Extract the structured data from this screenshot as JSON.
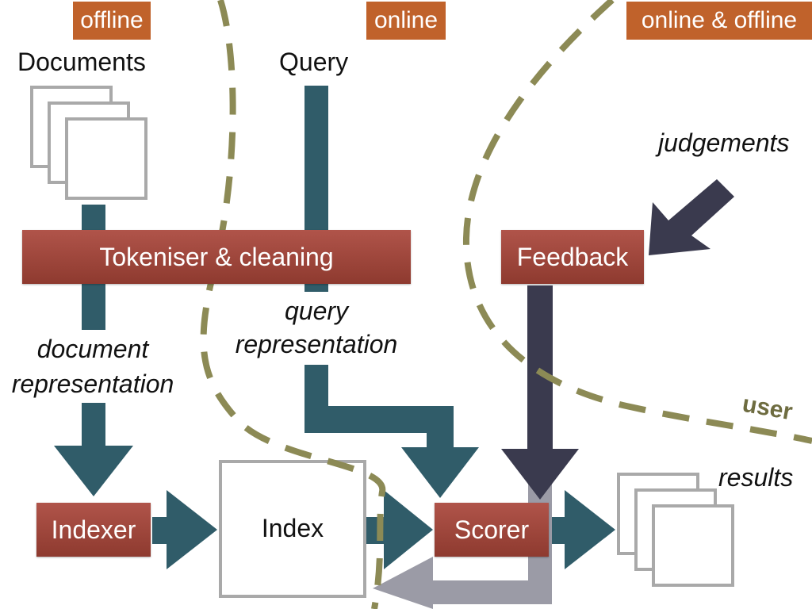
{
  "tags": {
    "offline": "offline",
    "online": "online",
    "online_offline": "online & offline"
  },
  "inputs": {
    "documents": "Documents",
    "query": "Query"
  },
  "components": {
    "tokeniser": "Tokeniser & cleaning",
    "feedback": "Feedback",
    "indexer": "Indexer",
    "index": "Index",
    "scorer": "Scorer"
  },
  "annotations": {
    "judgements": "judgements",
    "query_rep_line1": "query",
    "query_rep_line2": "representation",
    "doc_rep_line1": "document",
    "doc_rep_line2": "representation",
    "results": "results",
    "user": "user"
  },
  "colors": {
    "tag_orange": "#c0622b",
    "component_red": "#a14a3f",
    "arrow_teal": "#305c69",
    "arrow_dark": "#3a3a4e",
    "arrow_gray": "#9b9ba6",
    "dashed_olive": "#8c8a55",
    "doc_stroke": "#a9a9a9"
  }
}
